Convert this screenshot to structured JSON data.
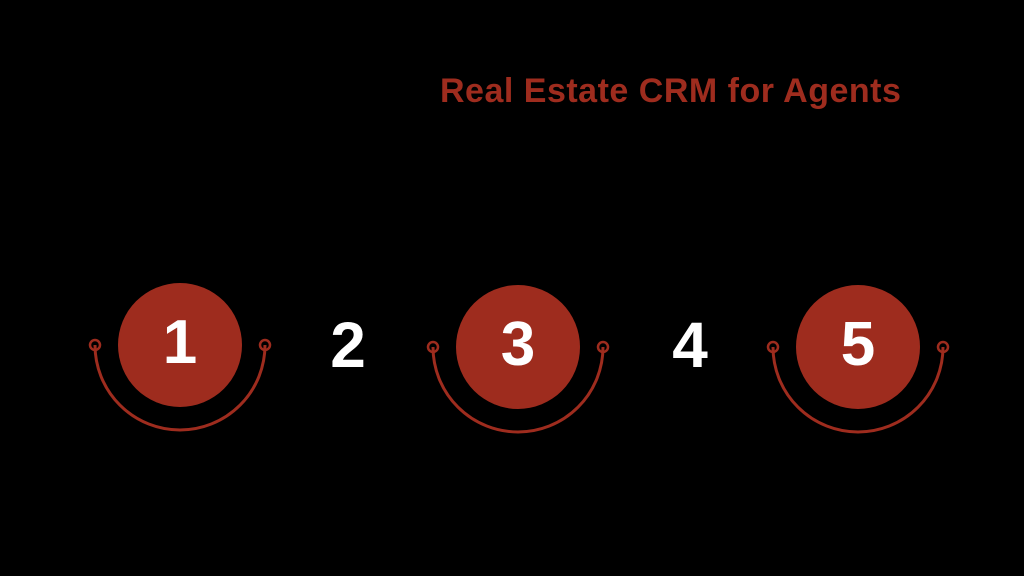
{
  "title": "Real Estate CRM for Agents",
  "colors": {
    "accent": "#9E2C1E",
    "number": "#FFFFFF",
    "background": "#000000"
  },
  "steps": [
    {
      "number": "1",
      "style": "filled-circle-with-arc"
    },
    {
      "number": "2",
      "style": "plain"
    },
    {
      "number": "3",
      "style": "filled-circle-with-arc"
    },
    {
      "number": "4",
      "style": "plain"
    },
    {
      "number": "5",
      "style": "filled-circle-with-arc"
    }
  ]
}
